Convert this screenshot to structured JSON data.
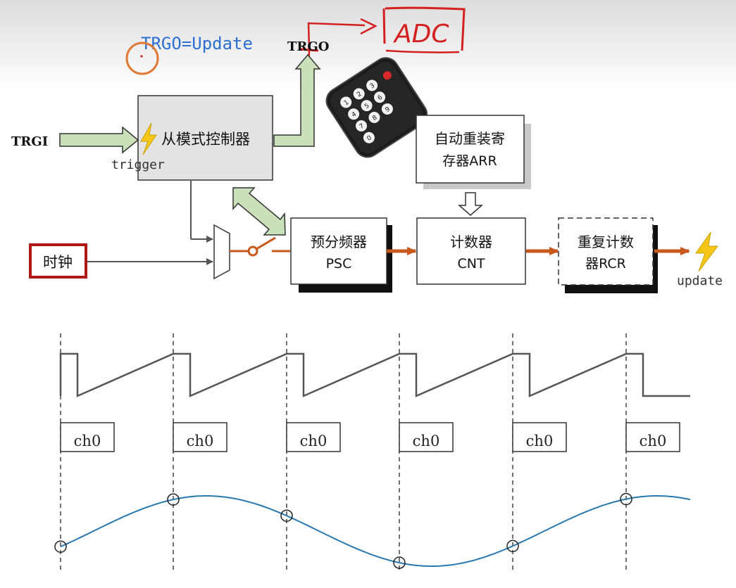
{
  "annotation": {
    "trgo_update": "TRGO=Update",
    "adc": "ADC"
  },
  "labels": {
    "trgo": "TRGO",
    "trgi": "TRGI",
    "trigger": "trigger",
    "slave_controller": "从模式控制器",
    "clock": "时钟",
    "arr_line1": "自动重装寄",
    "arr_line2": "存器ARR",
    "psc_line1": "预分频器",
    "psc_line2": "PSC",
    "cnt_line1": "计数器",
    "cnt_line2": "CNT",
    "rcr_line1": "重复计数",
    "rcr_line2": "器RCR",
    "update": "update"
  },
  "remote_keys": [
    "1",
    "2",
    "3",
    "4",
    "5",
    "6",
    "7",
    "8",
    "9",
    "0"
  ],
  "timing": {
    "channel_labels": [
      "ch0",
      "ch0",
      "ch0",
      "ch0",
      "ch0",
      "ch0"
    ]
  },
  "colors": {
    "annotation_blue": "#2d6fd0",
    "pen_red": "#d42020",
    "green_fill": "#c9e0b8",
    "orange_arrow": "#c8581c",
    "clock_border": "#b01818",
    "wave_blue": "#2878b0",
    "lightning": "#f5c518"
  }
}
